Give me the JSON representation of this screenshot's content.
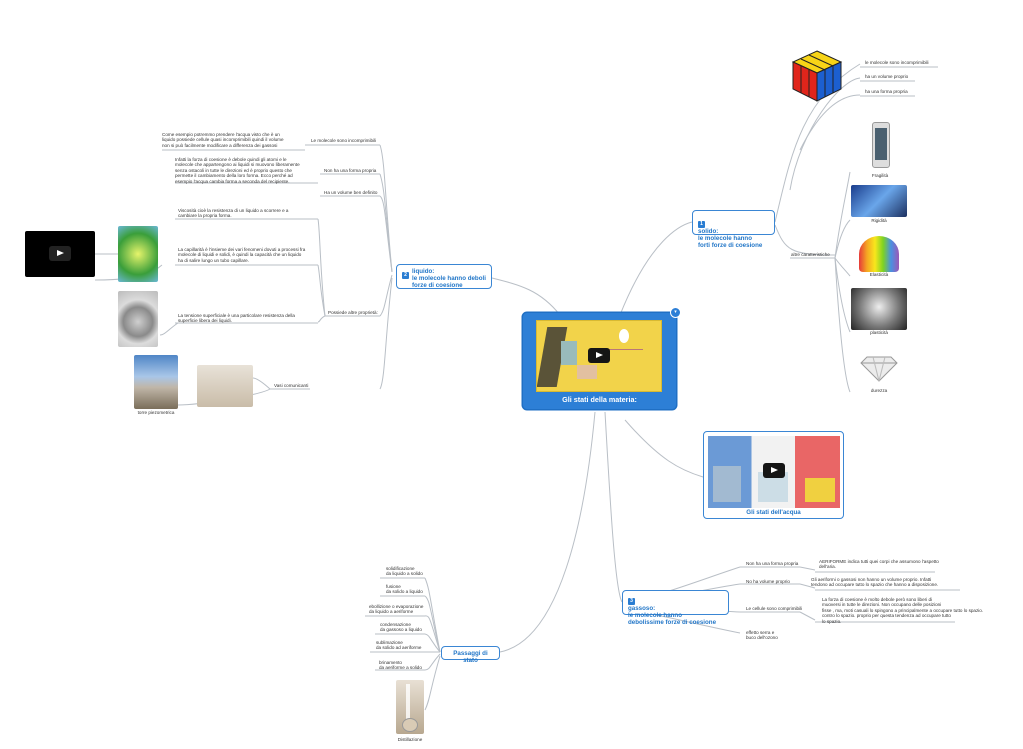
{
  "central": {
    "title": "Gli stati della materia:"
  },
  "solido": {
    "number": "1",
    "title": "solido:\nle molecole hanno\nforti forze di coesione",
    "facts": [
      "le molecole sono incomprimibili",
      "ha un volume proprio",
      "ha una forma propria"
    ],
    "altre_label": "altre caratteristiche",
    "captions": [
      "Fragilità",
      "Rigidità",
      "Elasticità",
      "plasticità",
      "durezza"
    ]
  },
  "liquido": {
    "number": "2",
    "title": "liquido:\nle molecole hanno deboli\nforze di coesione",
    "branches": [
      "Le molecole sono incomprimibili",
      "Non ha una forma propria",
      "Ha un volume ben definito",
      "Possiede altre proprietà:",
      "Vasi comunicanti"
    ],
    "notes": {
      "n1": "Come esempio potremmo prendere l'acqua visto che è un\nliquido possiede cellule quasi incomprimibili quindi il volume\nnon si può facilmente modificare a differenza dei gassosi",
      "n2": "Infatti la forza di coesione è debole quindi gli atomi e le\nmolecole che appartengono ai liquidi si muovono liberamente\nsenza ostacoli in tutte le direzioni ed è proprio questo che\npermette il cambiamento della loro forma. Ecco perché ad\nesempio l'acqua cambia forma a seconda del recipiente.",
      "n3": "Viscosità cioè la resistenza di un liquido a scorrere e a\ncambiare la propria forma.",
      "n4": "La capillarità è l'insieme dei vari fenomeni dovuti a processi fra\nmolecole di liquidi e solidi, è quindi la capacità che un liquido\nha di salire lungo un tubo capillare.",
      "n5": "La tensione superficiale è una particolare resistenza della\nsuperficie libera dei liquidi."
    },
    "caption_torre": "torre piezometrica"
  },
  "gassoso": {
    "number": "3",
    "title": "gassoso:\nle molecole hanno\ndebolissime forze di coesione",
    "branches": [
      "Non ha una forma propria",
      "No ha volume proprio",
      "Le cellule sono comprimibili",
      "effetto serra e\nbuco dell'ozono"
    ],
    "notes": {
      "n1": "AERIFORME indica tutti quei corpi che assumono l'aspetto\ndell'aria.",
      "n2": "Gli aeriformi o gassosi non hanno un volume proprio. Infatti\ntendono ad occupare tutto lo spazio che hanno a disposizione.",
      "n3": "La forza di coesione è molto debole però sono liberi di\nmuoversi in tutte le direzioni. Non occupano delle posizioni\nfisse , ma, moti casuali lo spingono a principalmente a occupare tutto lo spazio.\ncontro lo spazio. proprio per questa tendenza ad occupare tutto\nlo spazio."
    }
  },
  "acqua": {
    "caption": "Gli stati dell'acqua"
  },
  "passaggi": {
    "title": "Passaggi di stato",
    "items": [
      "solidificazione\nda liquido a solido",
      "fusione\nda solido a liquido",
      "ebollizione o evaporazione\nda liquido a aeriforme",
      "condensazione\nda gassoso a liquido",
      "sublimazione\nda solido ad aeriforme",
      "brinamento\nda aeriforme a solido"
    ],
    "caption_distillazione": "Distillazione"
  },
  "colors": {
    "topic_border": "#3a86d4",
    "topic_text": "#2377c8",
    "line": "#b9bfc6",
    "central_fill": "#2d7fd6"
  }
}
